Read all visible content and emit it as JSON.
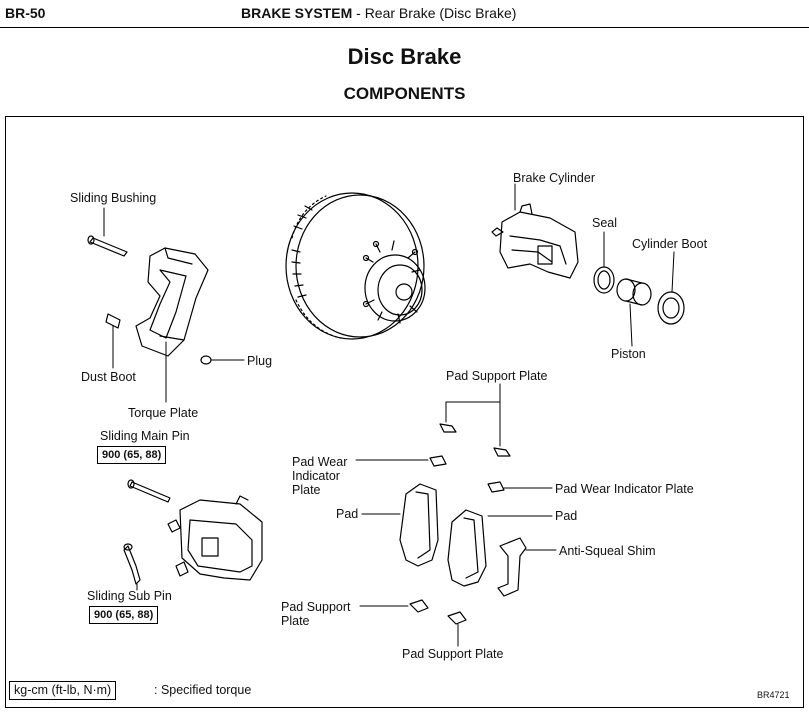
{
  "header": {
    "page_number": "BR-50",
    "system": "BRAKE SYSTEM",
    "separator": "-",
    "subsystem": "Rear Brake (Disc Brake)"
  },
  "title": "Disc Brake",
  "section": "COMPONENTS",
  "labels": {
    "sliding_bushing": "Sliding Bushing",
    "brake_cylinder": "Brake Cylinder",
    "seal": "Seal",
    "cylinder_boot": "Cylinder Boot",
    "piston": "Piston",
    "plug": "Plug",
    "dust_boot": "Dust Boot",
    "torque_plate": "Torque Plate",
    "sliding_main_pin": "Sliding Main Pin",
    "sliding_sub_pin": "Sliding Sub Pin",
    "pad_support_plate_top": "Pad Support Plate",
    "pad_wear_indicator_plate_left": [
      "Pad Wear",
      "Indicator",
      "Plate"
    ],
    "pad_wear_indicator_plate_right": "Pad Wear Indicator Plate",
    "pad_left": "Pad",
    "pad_right": "Pad",
    "anti_squeal_shim": "Anti-Squeal Shim",
    "pad_support_plate_left": [
      "Pad Support",
      "Plate"
    ],
    "pad_support_plate_bottom": "Pad Support Plate"
  },
  "torque_specs": {
    "sliding_main_pin": "900 (65, 88)",
    "sliding_sub_pin": "900 (65, 88)"
  },
  "legend": {
    "units": "kg-cm (ft-lb, N·m)",
    "description": ":  Specified torque"
  },
  "figure_code": "BR4721"
}
